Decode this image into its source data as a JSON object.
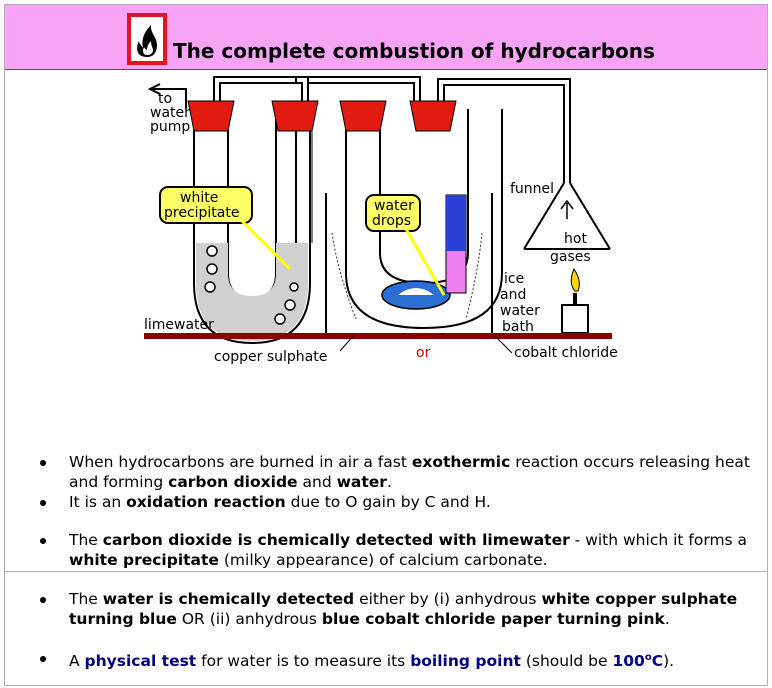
{
  "header": {
    "title": "The complete combustion of hydrocarbons"
  },
  "diagram": {
    "labels": {
      "to_water_pump": [
        "to",
        "water",
        "pump"
      ],
      "white_precipitate": [
        "white",
        "precipitate"
      ],
      "water_drops": [
        "water",
        "drops"
      ],
      "funnel": "funnel",
      "hot_gases": [
        "hot",
        "gases"
      ],
      "ice_bath": [
        "ice",
        "and",
        "water",
        "bath"
      ],
      "limewater": "limewater",
      "copper_sulphate": "copper sulphate",
      "or": "or",
      "cobalt_chloride": "cobalt chloride"
    },
    "colors": {
      "stopper": "#e11b0f",
      "label_box": "#ffff66",
      "limewater": "#d0d0d0",
      "cobalt_blue": "#2a3fd6",
      "cobalt_pink": "#f080f0",
      "bench": "#8b0000",
      "or_text": "#d90000"
    }
  },
  "bullets": [
    {
      "parts": [
        {
          "t": "When hydrocarbons are burned in air a fast "
        },
        {
          "t": "exothermic",
          "s": "b"
        },
        {
          "t": " reaction occurs releasing heat and forming "
        },
        {
          "t": "carbon dioxide",
          "s": "b"
        },
        {
          "t": " and "
        },
        {
          "t": "water",
          "s": "b"
        },
        {
          "t": "."
        }
      ]
    },
    {
      "parts": [
        {
          "t": "It is an "
        },
        {
          "t": "oxidation reaction",
          "s": "b"
        },
        {
          "t": " due to O gain by C and H."
        }
      ]
    },
    {
      "parts": [
        {
          "t": "The "
        },
        {
          "t": "carbon dioxide is chemically detected with limewater",
          "s": "b"
        },
        {
          "t": " - with which it forms a "
        },
        {
          "t": "white precipitate",
          "s": "b"
        },
        {
          "t": " (milky appearance) of calcium carbonate."
        }
      ]
    },
    {
      "parts": [
        {
          "t": "The "
        },
        {
          "t": "water is chemically detected",
          "s": "b"
        },
        {
          "t": " either by (i) anhydrous "
        },
        {
          "t": "white copper sulphate turning blue",
          "s": "b"
        },
        {
          "t": " OR (ii) anhydrous "
        },
        {
          "t": "blue cobalt chloride paper turning pink",
          "s": "b"
        },
        {
          "t": "."
        }
      ]
    },
    {
      "parts": [
        {
          "t": "A "
        },
        {
          "t": "physical test",
          "s": "n"
        },
        {
          "t": " for water is to measure its "
        },
        {
          "t": "boiling point",
          "s": "n"
        },
        {
          "t": " (should be "
        },
        {
          "t": "100",
          "s": "n"
        },
        {
          "t": "o",
          "s": "nsup"
        },
        {
          "t": "C",
          "s": "n"
        },
        {
          "t": ")."
        }
      ]
    }
  ]
}
